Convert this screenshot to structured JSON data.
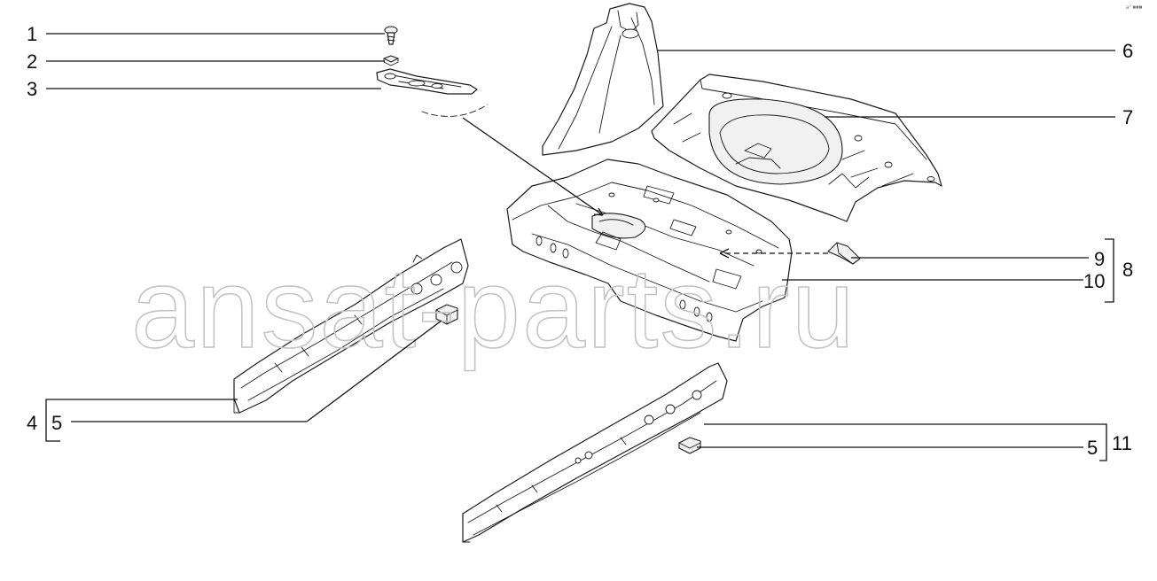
{
  "watermark": "ansat-parts.ru",
  "corner_mark": "a° ■■■",
  "callouts": {
    "c1": "1",
    "c2": "2",
    "c3": "3",
    "c4": "4",
    "c5a": "5",
    "c6": "6",
    "c7": "7",
    "c8": "8",
    "c9": "9",
    "c10": "10",
    "c11": "11",
    "c5b": "5"
  },
  "colors": {
    "line": "#1a1a1a",
    "watermark": "#c4c4c4",
    "background": "#ffffff"
  }
}
